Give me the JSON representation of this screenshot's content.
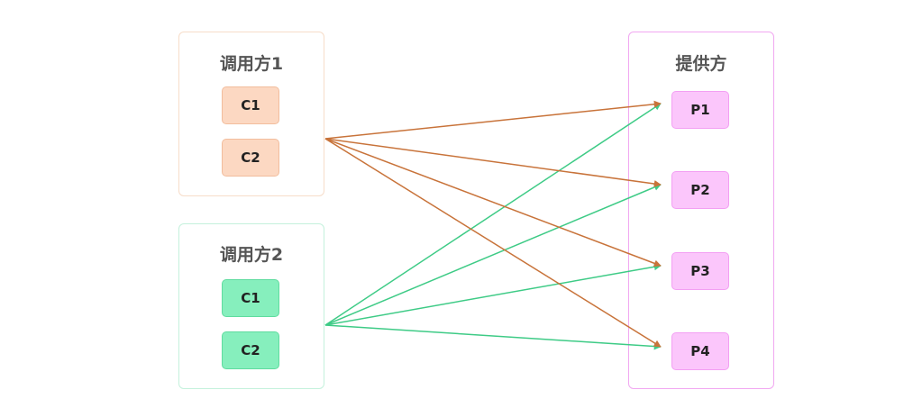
{
  "caller1": {
    "title": "调用方1",
    "nodes": [
      "C1",
      "C2"
    ]
  },
  "caller2": {
    "title": "调用方2",
    "nodes": [
      "C1",
      "C2"
    ]
  },
  "provider": {
    "title": "提供方",
    "nodes": [
      "P1",
      "P2",
      "P3",
      "P4"
    ]
  },
  "edges": [
    {
      "from": "caller1",
      "to": "P1"
    },
    {
      "from": "caller1",
      "to": "P2"
    },
    {
      "from": "caller1",
      "to": "P3"
    },
    {
      "from": "caller1",
      "to": "P4"
    },
    {
      "from": "caller2",
      "to": "P1"
    },
    {
      "from": "caller2",
      "to": "P2"
    },
    {
      "from": "caller2",
      "to": "P3"
    },
    {
      "from": "caller2",
      "to": "P4"
    }
  ],
  "colors": {
    "caller1_edge": "#c8733a",
    "caller2_edge": "#3ecb86"
  }
}
